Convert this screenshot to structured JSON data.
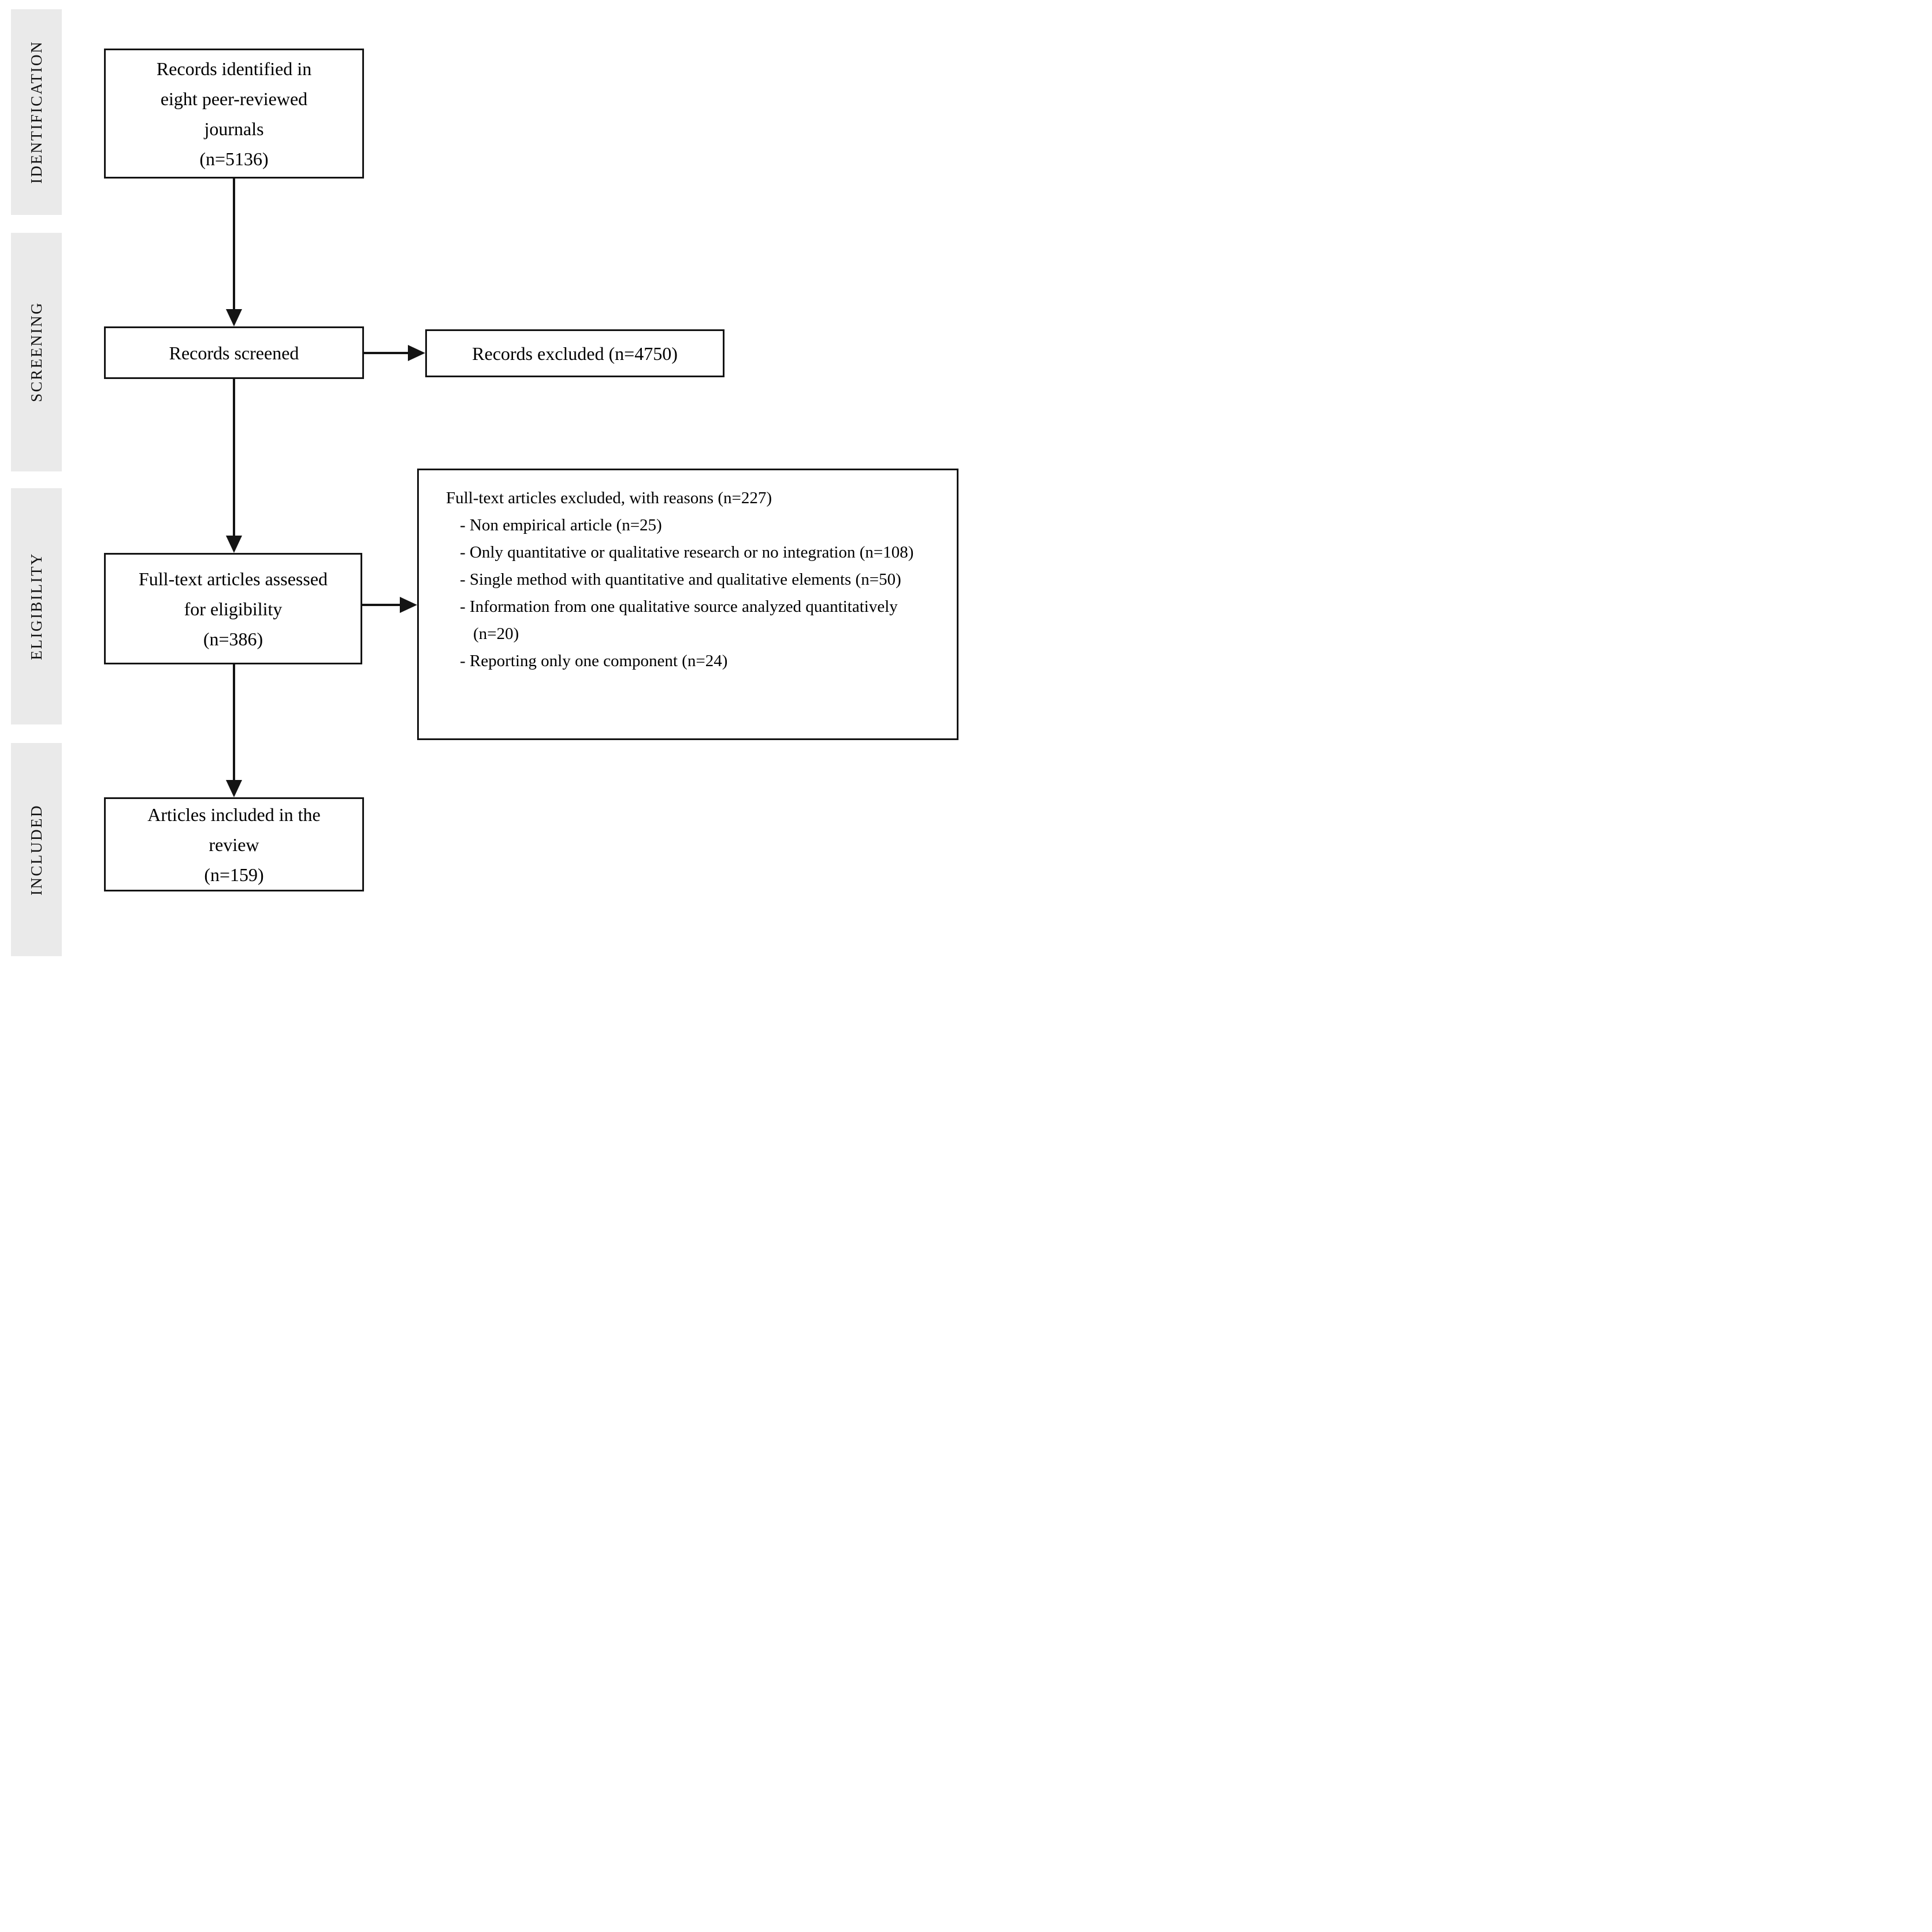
{
  "sidebar": {
    "bands": [
      {
        "label": "IDENTIFICATION"
      },
      {
        "label": "SCREENING"
      },
      {
        "label": "ELIGIBILITY"
      },
      {
        "label": "INCLUDED"
      }
    ]
  },
  "flow": {
    "identification_box": {
      "lines": [
        "Records identified in",
        "eight peer-reviewed",
        "journals",
        "(n=5136)"
      ]
    },
    "screening_box": {
      "label": "Records screened"
    },
    "records_excluded_box": {
      "label": "Records excluded (n=4750)"
    },
    "eligibility_box": {
      "lines": [
        "Full-text articles assessed",
        "for eligibility",
        "(n=386)"
      ]
    },
    "fulltext_excluded_box": {
      "title": "Full-text articles excluded, with reasons (n=227)",
      "reasons": [
        "- Non empirical article (n=25)",
        "- Only quantitative or qualitative research or no integration (n=108)",
        "- Single method with quantitative and qualitative elements (n=50)",
        "- Information from one qualitative source analyzed quantitatively (n=20)",
        "- Reporting only one component (n=24)"
      ]
    },
    "included_box": {
      "lines": [
        "Articles included in the",
        "review",
        "(n=159)"
      ]
    }
  },
  "colors": {
    "band_bg": "#eaeaea",
    "line": "#141414",
    "text": "#000000",
    "bg": "#ffffff"
  }
}
